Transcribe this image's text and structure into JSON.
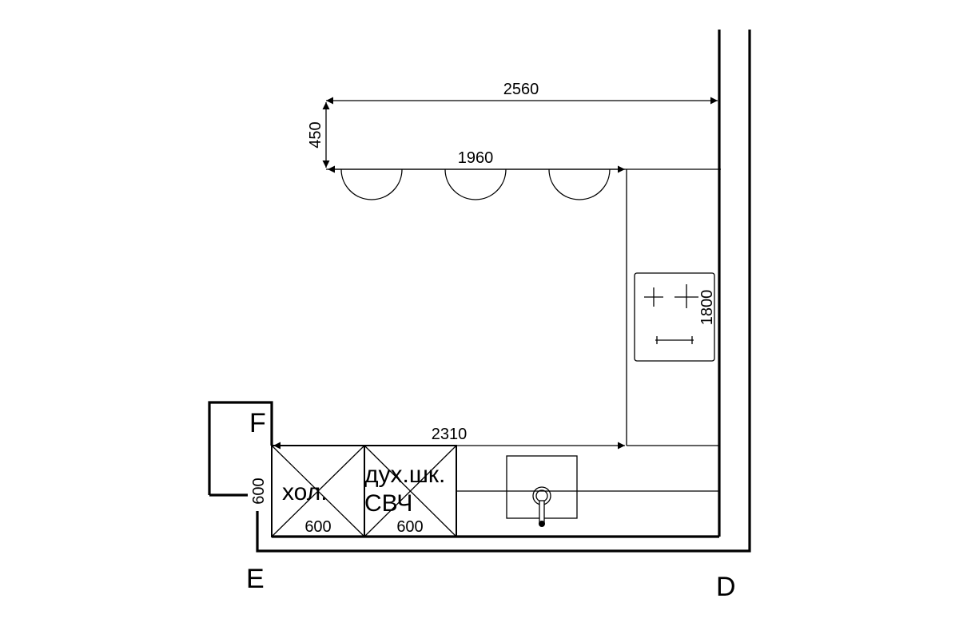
{
  "labels": {
    "corner_d": "D",
    "corner_e": "E",
    "corner_f": "F",
    "fridge": "хол.",
    "oven_line1": "дух.шк.",
    "oven_line2": "СВЧ"
  },
  "dimensions": {
    "total_top": "2560",
    "upper_cabinets": "1960",
    "depth_450": "450",
    "right_run": "1800",
    "bottom_run": "2310",
    "fridge_width": "600",
    "oven_width": "600",
    "left_depth": "600"
  },
  "colors": {
    "line": "#000000",
    "background": "#ffffff"
  }
}
